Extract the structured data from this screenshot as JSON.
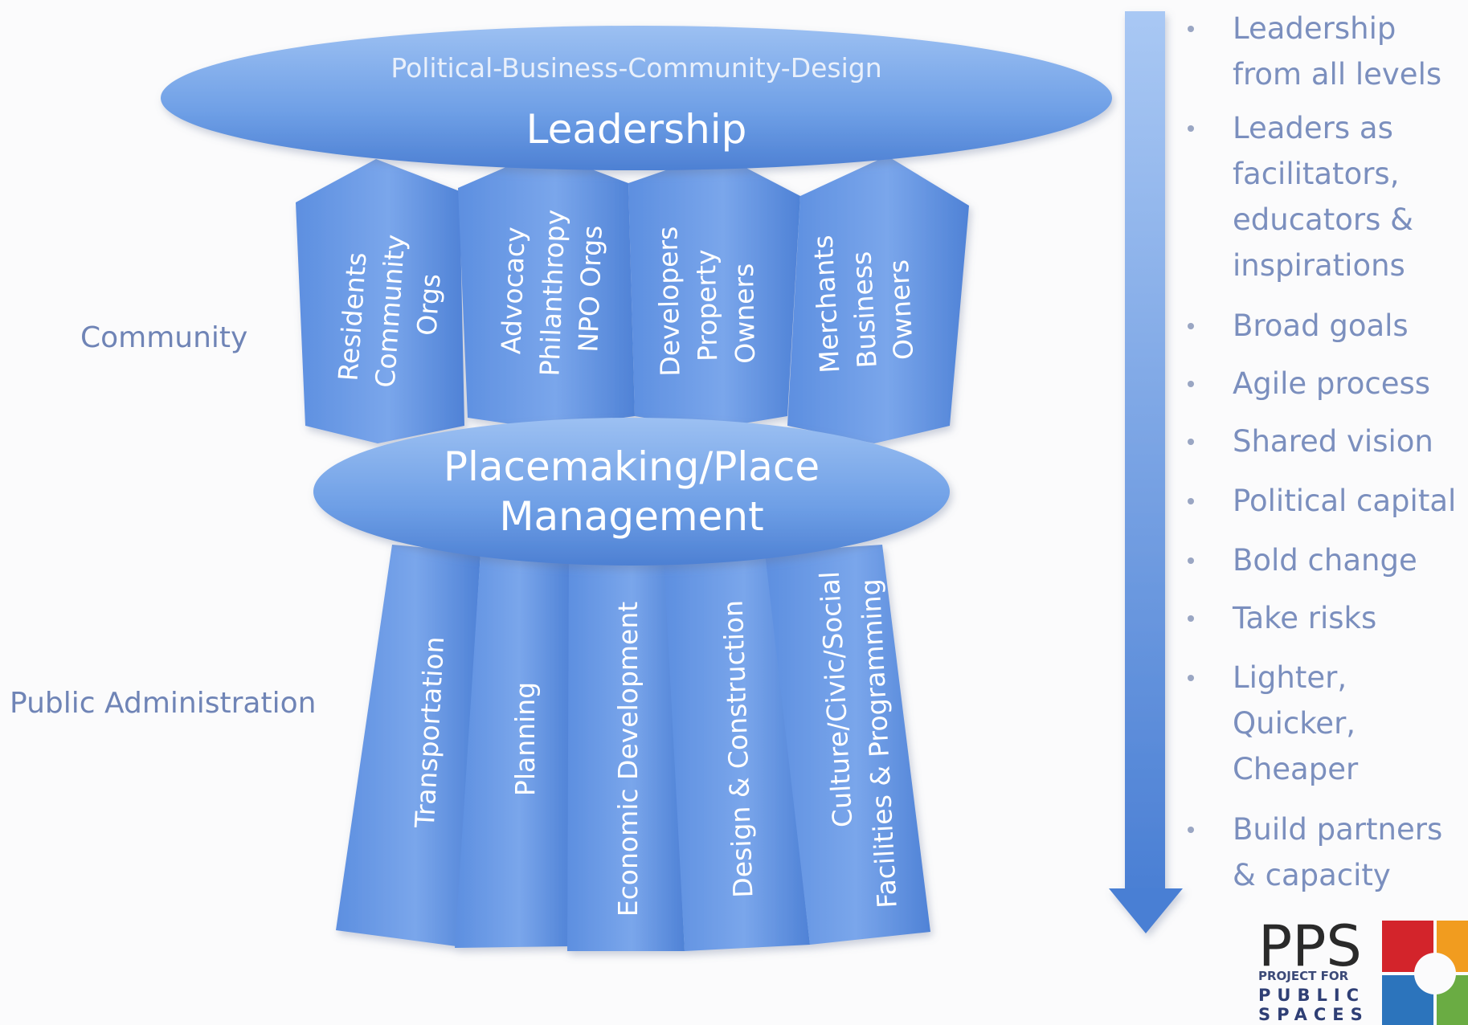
{
  "labels": {
    "community": "Community",
    "public_admin": "Public Administration"
  },
  "leadership": {
    "subtitle": "Political-Business-Community-Design",
    "title": "Leadership"
  },
  "community_pillars": [
    {
      "lines": [
        "Residents",
        "Community",
        "Orgs"
      ]
    },
    {
      "lines": [
        "Advocacy",
        "Philanthropy",
        "NPO Orgs"
      ]
    },
    {
      "lines": [
        "Developers",
        "Property",
        "Owners"
      ]
    },
    {
      "lines": [
        "Merchants",
        "Business",
        "Owners"
      ]
    }
  ],
  "placemaking": {
    "line1": "Placemaking/Place",
    "line2": "Management"
  },
  "admin_columns": [
    {
      "lines": [
        "Transportation"
      ]
    },
    {
      "lines": [
        "Planning"
      ]
    },
    {
      "lines": [
        "Economic Development"
      ]
    },
    {
      "lines": [
        "Design & Construction"
      ]
    },
    {
      "lines": [
        "Culture/Civic/Social",
        "Facilities & Programming"
      ]
    }
  ],
  "bullets": [
    {
      "lines": [
        "Leadership",
        "from all levels"
      ]
    },
    {
      "lines": [
        "Leaders as",
        "facilitators,",
        "educators &",
        "inspirations"
      ]
    },
    {
      "lines": [
        "Broad goals"
      ]
    },
    {
      "lines": [
        "Agile process"
      ]
    },
    {
      "lines": [
        "Shared vision"
      ]
    },
    {
      "lines": [
        "Political capital"
      ]
    },
    {
      "lines": [
        "Bold change"
      ]
    },
    {
      "lines": [
        "Take risks"
      ]
    },
    {
      "lines": [
        "Lighter,",
        "Quicker,",
        "Cheaper"
      ]
    },
    {
      "lines": [
        "Build partners",
        "& capacity"
      ]
    }
  ],
  "logo": {
    "wordmark": "PPS",
    "line1": "PROJECT FOR",
    "line2": "PUBLIC",
    "line3": "SPACES"
  },
  "colors": {
    "shape_light": "#8fb4ec",
    "shape_dark": "#4a7fd4",
    "text_side": "#6f84b6",
    "logo_red": "#d3242b",
    "logo_orange": "#f19c1f",
    "logo_blue": "#2c74bc",
    "logo_green": "#6aac43"
  }
}
